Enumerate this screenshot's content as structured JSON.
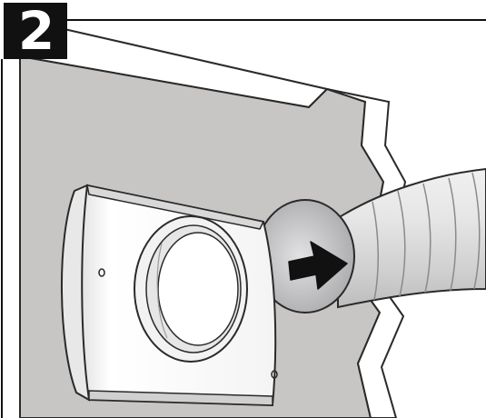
{
  "step": {
    "number": "2"
  },
  "colors": {
    "wall_face": "#c8c6c4",
    "wall_top": "#ffffff",
    "duct": "#dcdcdc",
    "hole": "#b9b9bb",
    "grille": "#ffffff",
    "arrow": "#111111",
    "outline": "#2a2a2a"
  },
  "icons": [
    "wall",
    "wall-hole",
    "flexible-duct",
    "vent-grille",
    "insertion-arrow-icon"
  ]
}
